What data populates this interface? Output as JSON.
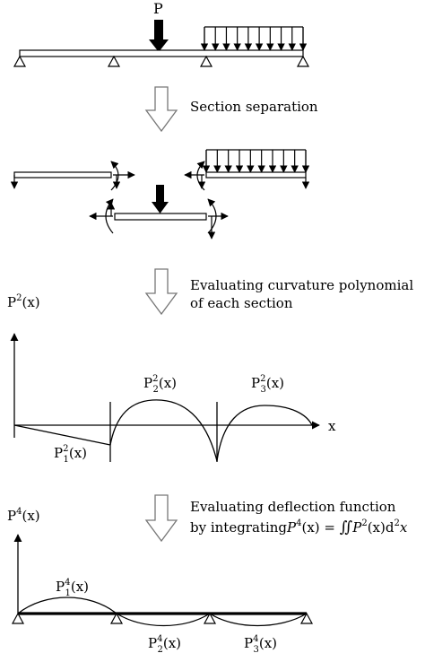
{
  "load_label": "P",
  "step1_caption": "Section separation",
  "step2_caption_line1": "Evaluating curvature polynomial",
  "step2_caption_line2": "of each section",
  "step3_caption_line1": "Evaluating deflection function",
  "step3_caption_line2": "by integrating",
  "curvature_axis": {
    "y_label_base": "P",
    "y_label_exp": "2",
    "y_label_arg": "(x)",
    "x_label": "x"
  },
  "curvature_labels": [
    {
      "base": "P",
      "sub": "1",
      "sup": "2",
      "arg": "(x)"
    },
    {
      "base": "P",
      "sub": "2",
      "sup": "2",
      "arg": "(x)"
    },
    {
      "base": "P",
      "sub": "3",
      "sup": "2",
      "arg": "(x)"
    }
  ],
  "deflection_axis": {
    "y_label_base": "P",
    "y_label_exp": "4",
    "y_label_arg": "(x)"
  },
  "deflection_labels": [
    {
      "base": "P",
      "sub": "1",
      "sup": "4",
      "arg": "(x)"
    },
    {
      "base": "P",
      "sub": "2",
      "sup": "4",
      "arg": "(x)"
    },
    {
      "base": "P",
      "sub": "3",
      "sup": "4",
      "arg": "(x)"
    }
  ],
  "equation": {
    "lhs_base": "P",
    "lhs_exp": "4",
    "lhs_arg": "(x)",
    "eq": " = ",
    "integral": "∬",
    "rhs_base": "P",
    "rhs_exp": "2",
    "rhs_arg": "(x)d",
    "d_exp": "2",
    "tail": "x"
  }
}
